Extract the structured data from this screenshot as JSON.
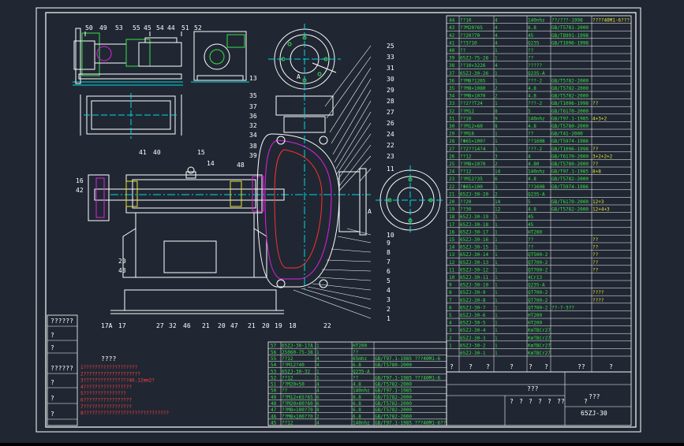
{
  "drawing_number": "65ZJ-30",
  "title_block": {
    "label_a": "???",
    "label_b": "???",
    "header_cells": [
      "?",
      "?",
      "?",
      "?",
      "?",
      "??",
      "?"
    ]
  },
  "revision_block": [
    "??????",
    "?",
    "?",
    "??????",
    "?",
    "?",
    "?"
  ],
  "notes": {
    "heading": "????",
    "lines": [
      "1???????????????????",
      "2????????????????????",
      "3????????????????40.12mm2?",
      "4?????????????????",
      "5???????????????",
      "6?????????????????",
      "7?????????????????",
      "8??????????????????????????????"
    ]
  },
  "callouts": {
    "top_view": [
      "50",
      "49",
      "53",
      "55",
      "45",
      "54",
      "44",
      "51",
      "52"
    ],
    "right_column": [
      "25",
      "33",
      "31",
      "30",
      "29",
      "28",
      "27",
      "26",
      "24",
      "22",
      "23",
      "11",
      "10",
      "9",
      "8",
      "7",
      "6",
      "5",
      "4",
      "3",
      "2",
      "1"
    ],
    "left_column": [
      "13",
      "35",
      "37",
      "36",
      "32",
      "34",
      "38",
      "39"
    ],
    "left_side": [
      "16",
      "42",
      "41",
      "40",
      "15",
      "14",
      "48",
      "20",
      "43"
    ],
    "bottom_row": [
      "17A",
      "17",
      "27",
      "32",
      "46",
      "21",
      "20",
      "47",
      "21",
      "20",
      "19",
      "18",
      "22"
    ],
    "section_labels": [
      "A",
      "A"
    ]
  },
  "parts_upper": [
    [
      "44",
      "??10",
      "4",
      "140nhz",
      "??/???-1998",
      "????40M1-6???"
    ],
    [
      "43",
      "??M20?65",
      "4",
      "6.8",
      "GB/T5781-2000",
      ""
    ],
    [
      "42",
      "??20?70",
      "4",
      "45",
      "GB/T8991-1998",
      ""
    ],
    [
      "41",
      "??3?10",
      "4",
      "Q235",
      "GB/T1096-1998",
      ""
    ],
    [
      "40",
      "??",
      "1",
      "??",
      "",
      ""
    ],
    [
      "39",
      "65ZJ-75-28",
      "1",
      "??",
      "",
      ""
    ],
    [
      "38",
      "??10×3226",
      "4",
      "?????",
      "",
      ""
    ],
    [
      "37",
      "65ZJ-30-26",
      "1",
      "Q235-A",
      "",
      ""
    ],
    [
      "36",
      "??M8?1265",
      "1",
      "???-2",
      "GB/T5782-2000",
      ""
    ],
    [
      "35",
      "??M8×1080",
      "2",
      "4.8",
      "GB/T5782-2000",
      ""
    ],
    [
      "34",
      "??M8×1070",
      "2",
      "4.8",
      "GB/T5782-2000",
      ""
    ],
    [
      "33",
      "??2??T24",
      "1",
      "???-2",
      "GB/T1096-1998",
      "??"
    ],
    [
      "32",
      "??M12",
      "8",
      "5",
      "GB/T6170-2000",
      ""
    ],
    [
      "31",
      "??10",
      "9",
      "140nhz",
      "GB/T97.1-1985",
      "4+3+2"
    ],
    [
      "30",
      "??M12×60",
      "8",
      "4.8",
      "GB/T5780-2000",
      ""
    ],
    [
      "29",
      "??M16",
      "1",
      "??",
      "GB/T41-2000",
      ""
    ],
    [
      "28",
      "?Φ65×100?",
      "1",
      "??1608",
      "GB/T5974-1986",
      ""
    ],
    [
      "27",
      "??2??14?4",
      "1",
      "???-2",
      "GB/T1096-1998",
      "??"
    ],
    [
      "26",
      "??12",
      "3",
      "4",
      "GB/T6170-2000",
      "3+2+2+2"
    ],
    [
      "25",
      "??M8×1070",
      "2",
      "4.80",
      "GB/T5780-2000",
      "??"
    ],
    [
      "24",
      "??12",
      "14",
      "140nhz",
      "GB/T97.1-1985",
      "8+8"
    ],
    [
      "23",
      "??M12?35",
      "6",
      "4.8",
      "GB/T5782-2000",
      ""
    ],
    [
      "22",
      "?Φ65×100",
      "1",
      "??1608",
      "GB/T5974-1986",
      ""
    ],
    [
      "21",
      "65ZJ-30-20",
      "2",
      "Q235-A",
      "",
      ""
    ],
    [
      "20",
      "??20",
      "14",
      "5",
      "GB/T6170-2000",
      "12+3"
    ],
    [
      "19",
      "??30",
      "12",
      "4.8",
      "GB/T5782-2000",
      "12+4+3"
    ],
    [
      "18",
      "65ZJ-30-19",
      "1",
      "45",
      "",
      ""
    ],
    [
      "17",
      "65ZJ-30-18",
      "1",
      "45",
      "",
      ""
    ],
    [
      "16",
      "65ZJ-30-17",
      "1",
      "HT200",
      "",
      ""
    ],
    [
      "15",
      "65ZJ-30-16",
      "1",
      "??",
      "",
      "??"
    ],
    [
      "14",
      "65ZJ-30-15",
      "1",
      "??",
      "",
      "??"
    ],
    [
      "13",
      "65ZJ-30-14",
      "1",
      "QT500-2",
      "",
      "??"
    ],
    [
      "12",
      "65ZJ-30-13",
      "1",
      "QT700-2",
      "",
      "??"
    ],
    [
      "11",
      "65ZJ-30-12",
      "1",
      "QT700-2",
      "",
      "??"
    ],
    [
      "10",
      "65ZJ-30-11",
      "1",
      "4Cr13",
      "",
      ""
    ],
    [
      "9",
      "65ZJ-30-10",
      "1",
      "Q235-A",
      "",
      ""
    ],
    [
      "8",
      "65ZJ-30-9",
      "1",
      "QT700-2",
      "",
      "????"
    ],
    [
      "7",
      "65ZJ-30-8",
      "1",
      "QT700-2",
      "",
      "????"
    ],
    [
      "6",
      "65ZJ-30-7",
      "1",
      "QT700-2",
      "??-?-3??",
      ""
    ],
    [
      "5",
      "65ZJ-30-6",
      "1",
      "HT200",
      "",
      ""
    ],
    [
      "4",
      "65ZJ-30-5",
      "1",
      "HT200",
      "",
      ""
    ],
    [
      "3",
      "65ZJ-30-4",
      "1",
      "KmTBCr27",
      "",
      ""
    ],
    [
      "2",
      "65ZJ-30-3",
      "1",
      "KmTBCr27",
      "",
      ""
    ],
    [
      "1",
      "65ZJ-30-2",
      "1",
      "KmTBCr27",
      "",
      ""
    ],
    [
      "",
      "65ZJ-30-1",
      "1",
      "KmTBCr27",
      "",
      ""
    ]
  ],
  "parts_lower": [
    [
      "57",
      "65ZJ-30-17A",
      "1",
      "HT200",
      ""
    ],
    [
      "56",
      "25060-75-38",
      "1",
      "??",
      ""
    ],
    [
      "55",
      "??12",
      "4",
      "65mhz",
      "GB/T97.1-1985 ???40M1-6"
    ],
    [
      "54",
      "??M12?40",
      "4",
      "6.8",
      "GB/T5780-2000"
    ],
    [
      "53",
      "65ZJ-30-32",
      "1",
      "Q235-A",
      ""
    ],
    [
      "52",
      "??12",
      "1",
      "??",
      "GB/T97.1-1985 ???40M1-6"
    ],
    [
      "51",
      "??M20×50",
      "4",
      "4.8",
      "GB/T5782-2000"
    ],
    [
      "50",
      "??",
      "4",
      "140nhz",
      "GB/T97.1-1985"
    ],
    [
      "49",
      "??M12×65?65",
      "6",
      "8.8",
      "GB/T5782-2000"
    ],
    [
      "48",
      "??M20×80?60",
      "6",
      "6.8",
      "GB/T5782-2000"
    ],
    [
      "47",
      "??M8×100?70",
      "8",
      "6.8",
      "GB/T5782-2000"
    ],
    [
      "46",
      "??M8×100?70",
      "2",
      "6.8",
      "GB/T5782-2000"
    ],
    [
      "45",
      "??12",
      "4",
      "140nhz",
      "GB/T97.1-1985 ???40M1-6??"
    ]
  ],
  "parts_footer": [
    "?",
    "?",
    "?",
    "?",
    "?",
    "?",
    "??",
    "?"
  ]
}
